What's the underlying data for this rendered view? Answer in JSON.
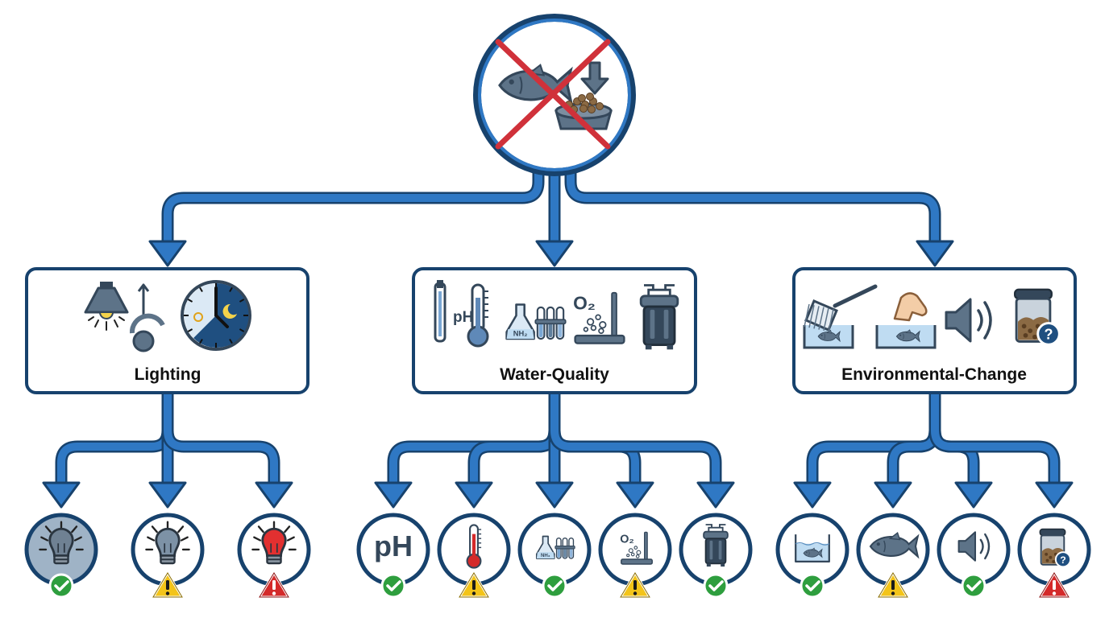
{
  "colors": {
    "connector": "#2f78c4",
    "border": "#17426d",
    "icon_fill": "#5d7388",
    "icon_dark": "#34475a",
    "icon_light": "#dbe9f5",
    "water": "#bfdcf2",
    "prohibit": "#d0313a",
    "ok": "#2e9e3e",
    "warn": "#f3c419",
    "alert": "#d42a2a"
  },
  "root": {
    "icon": "no-fish-feeding-icon",
    "status": "prohibited"
  },
  "categories": [
    {
      "id": "lighting",
      "label": "Lighting",
      "icons": [
        "ceiling-lamp-icon",
        "brightness-dial-icon",
        "day-night-clock-icon"
      ],
      "leaves": [
        {
          "icon": "dim-bulb-icon",
          "status": "ok"
        },
        {
          "icon": "bulb-icon",
          "status": "warning"
        },
        {
          "icon": "red-bulb-icon",
          "status": "alert"
        }
      ]
    },
    {
      "id": "water-quality",
      "label": "Water-Quality",
      "icons": [
        "ph-probe-icon",
        "thermometer-icon",
        "ammonia-test-icon",
        "oxygen-aerator-icon",
        "canister-filter-icon"
      ],
      "leaves": [
        {
          "icon": "ph-icon",
          "text": "pH",
          "status": "ok"
        },
        {
          "icon": "thermometer-icon",
          "status": "warning"
        },
        {
          "icon": "ammonia-test-icon",
          "text": "NH₃",
          "status": "ok"
        },
        {
          "icon": "oxygen-icon",
          "text": "O₂",
          "status": "warning"
        },
        {
          "icon": "canister-filter-icon",
          "status": "ok"
        }
      ]
    },
    {
      "id": "environmental-change",
      "label": "Environmental-Change",
      "icons": [
        "fish-net-icon",
        "hand-in-tank-icon",
        "speaker-noise-icon",
        "new-food-jar-icon"
      ],
      "leaves": [
        {
          "icon": "tank-fish-icon",
          "status": "ok"
        },
        {
          "icon": "fish-icon",
          "status": "warning"
        },
        {
          "icon": "speaker-icon",
          "status": "ok"
        },
        {
          "icon": "food-jar-question-icon",
          "status": "alert"
        }
      ]
    }
  ]
}
